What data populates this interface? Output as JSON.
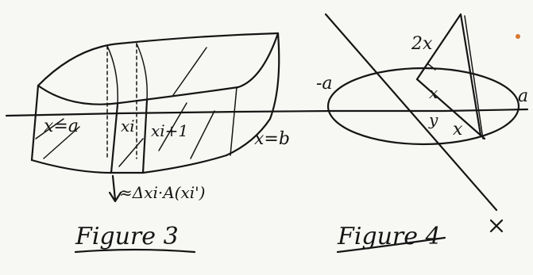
{
  "figure3": {
    "caption": "Figure 3",
    "label_x_a": "x=a",
    "label_xi": "xi",
    "label_xi1": "xi+1",
    "label_x_b": "x=b",
    "label_volume": "≈Δxi·A(xi')"
  },
  "figure4": {
    "caption": "Figure 4",
    "label_neg_a": "-a",
    "label_a": "a",
    "label_2x": "2x",
    "label_x_upper": "x",
    "label_y": "y",
    "label_x_lower": "x",
    "label_x_axis": "x"
  },
  "colors": {
    "ink": "#151515",
    "paper": "#f7f7f4",
    "dot": "#d9772b"
  }
}
